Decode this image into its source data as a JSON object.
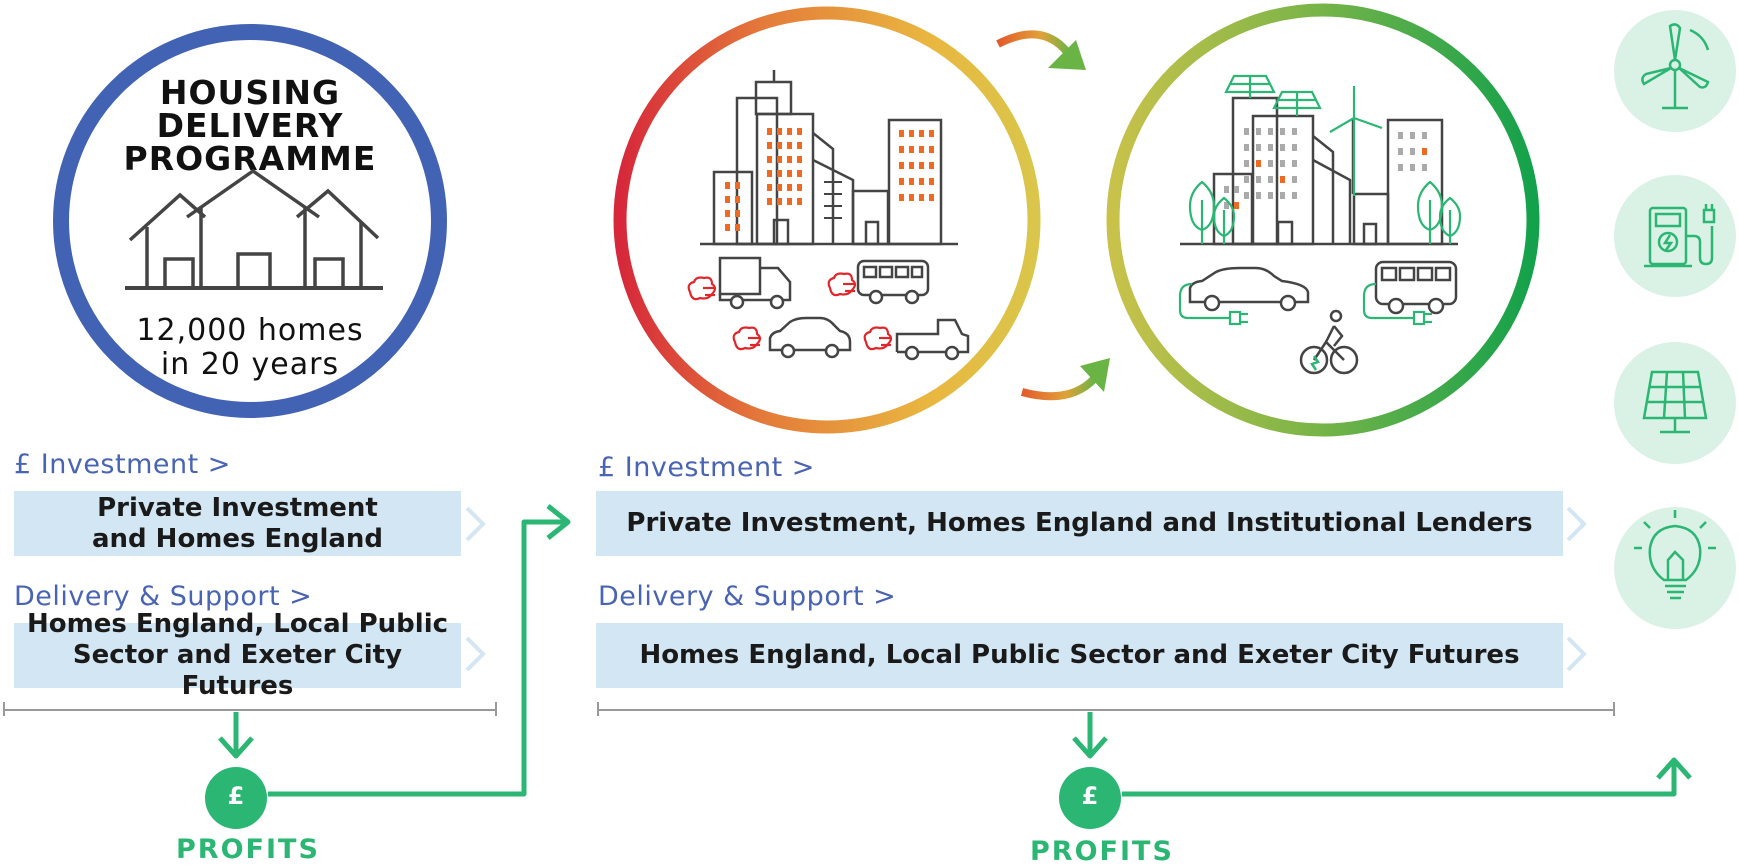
{
  "housing": {
    "title_lines": [
      "HOUSING",
      "DELIVERY",
      "PROGRAMME"
    ],
    "homes_lines": [
      "12,000 homes",
      "in 20 years"
    ]
  },
  "left": {
    "investment_label": "£ Investment >",
    "investment_lines": [
      "Private Investment",
      "and Homes England"
    ],
    "delivery_label": "Delivery & Support >",
    "delivery_lines": [
      "Homes England, Local Public",
      "Sector and Exeter City Futures"
    ],
    "profit_symbol": "£",
    "profits_label": "PROFITS"
  },
  "right": {
    "investment_label": "£ Investment >",
    "investment_text": "Private Investment, Homes England and Institutional Lenders",
    "delivery_label": "Delivery & Support >",
    "delivery_text": "Homes England, Local Public Sector and Exeter City Futures",
    "profit_symbol": "£",
    "profits_label": "PROFITS"
  },
  "side_icons": [
    "wind-turbine-icon",
    "ev-charger-icon",
    "solar-panel-icon",
    "lightbulb-icon"
  ],
  "colors": {
    "housing_ring": "#4262b3",
    "label_blue": "#4a64b4",
    "box_fill": "#d3e6f3",
    "green": "#2bb673",
    "icon_circle": "#daf1e6",
    "emission_red": "#e0262b",
    "building_orange": "#ee6a23"
  }
}
